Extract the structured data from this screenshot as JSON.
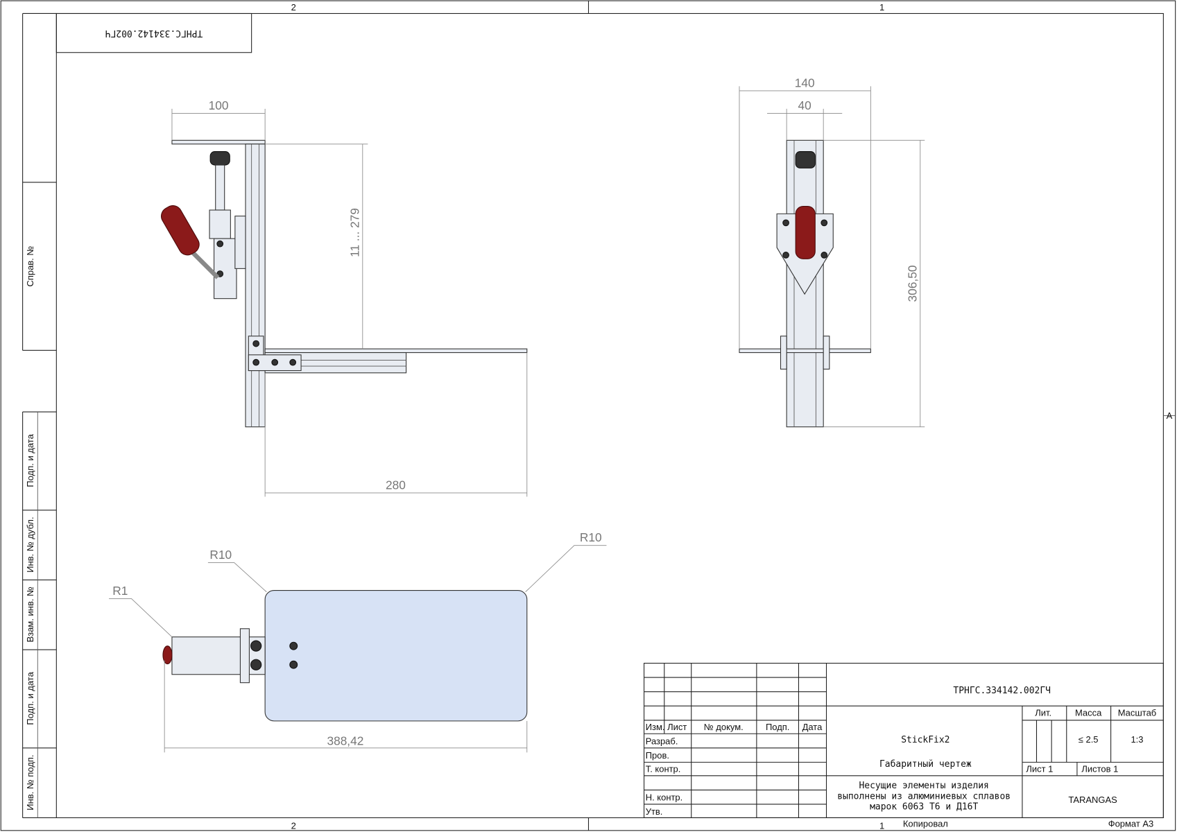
{
  "frame": {
    "zones_top": [
      "2",
      "1"
    ],
    "zones_bottom": [
      "2",
      "1"
    ],
    "zone_right": "A",
    "rotated_code": "ТРНГС.334142.002ГЧ",
    "side_labels": [
      "Справ. №",
      "Подп. и дата",
      "Инв. № дубл.",
      "Взам. инв. №",
      "Подп. и дата",
      "Инв. № подп."
    ]
  },
  "front_view": {
    "dims": {
      "top_width": "100",
      "height_range": "11 ... 279",
      "arm_length": "280"
    }
  },
  "side_view": {
    "dims": {
      "width": "140",
      "profile": "40",
      "height": "306,50"
    }
  },
  "top_view": {
    "dims": {
      "r1": "R1",
      "r10_left": "R10",
      "r10_right": "R10",
      "length": "388,42"
    }
  },
  "title_block": {
    "code": "ТРНГС.334142.002ГЧ",
    "product": "StickFix2",
    "doc_type": "Габаритный чертеж",
    "note": [
      "Несущие элементы изделия",
      "выполнены из алюминиевых сплавов",
      "марок 6063 Т6 и Д16Т"
    ],
    "headers": {
      "izm": "Изм.",
      "list": "Лист",
      "doc": "№ докум.",
      "podp": "Подп.",
      "date": "Дата"
    },
    "roles": [
      "Разраб.",
      "Пров.",
      "Т. контр.",
      "Н. контр.",
      "Утв."
    ],
    "lit_label": "Лит.",
    "mass_label": "Масса",
    "scale_label": "Масштаб",
    "mass": "≤ 2.5",
    "scale": "1:3",
    "sheet": "Лист 1",
    "sheets": "Листов 1",
    "company": "TARANGAS",
    "copied": "Копировал",
    "format": "Формат А3"
  }
}
